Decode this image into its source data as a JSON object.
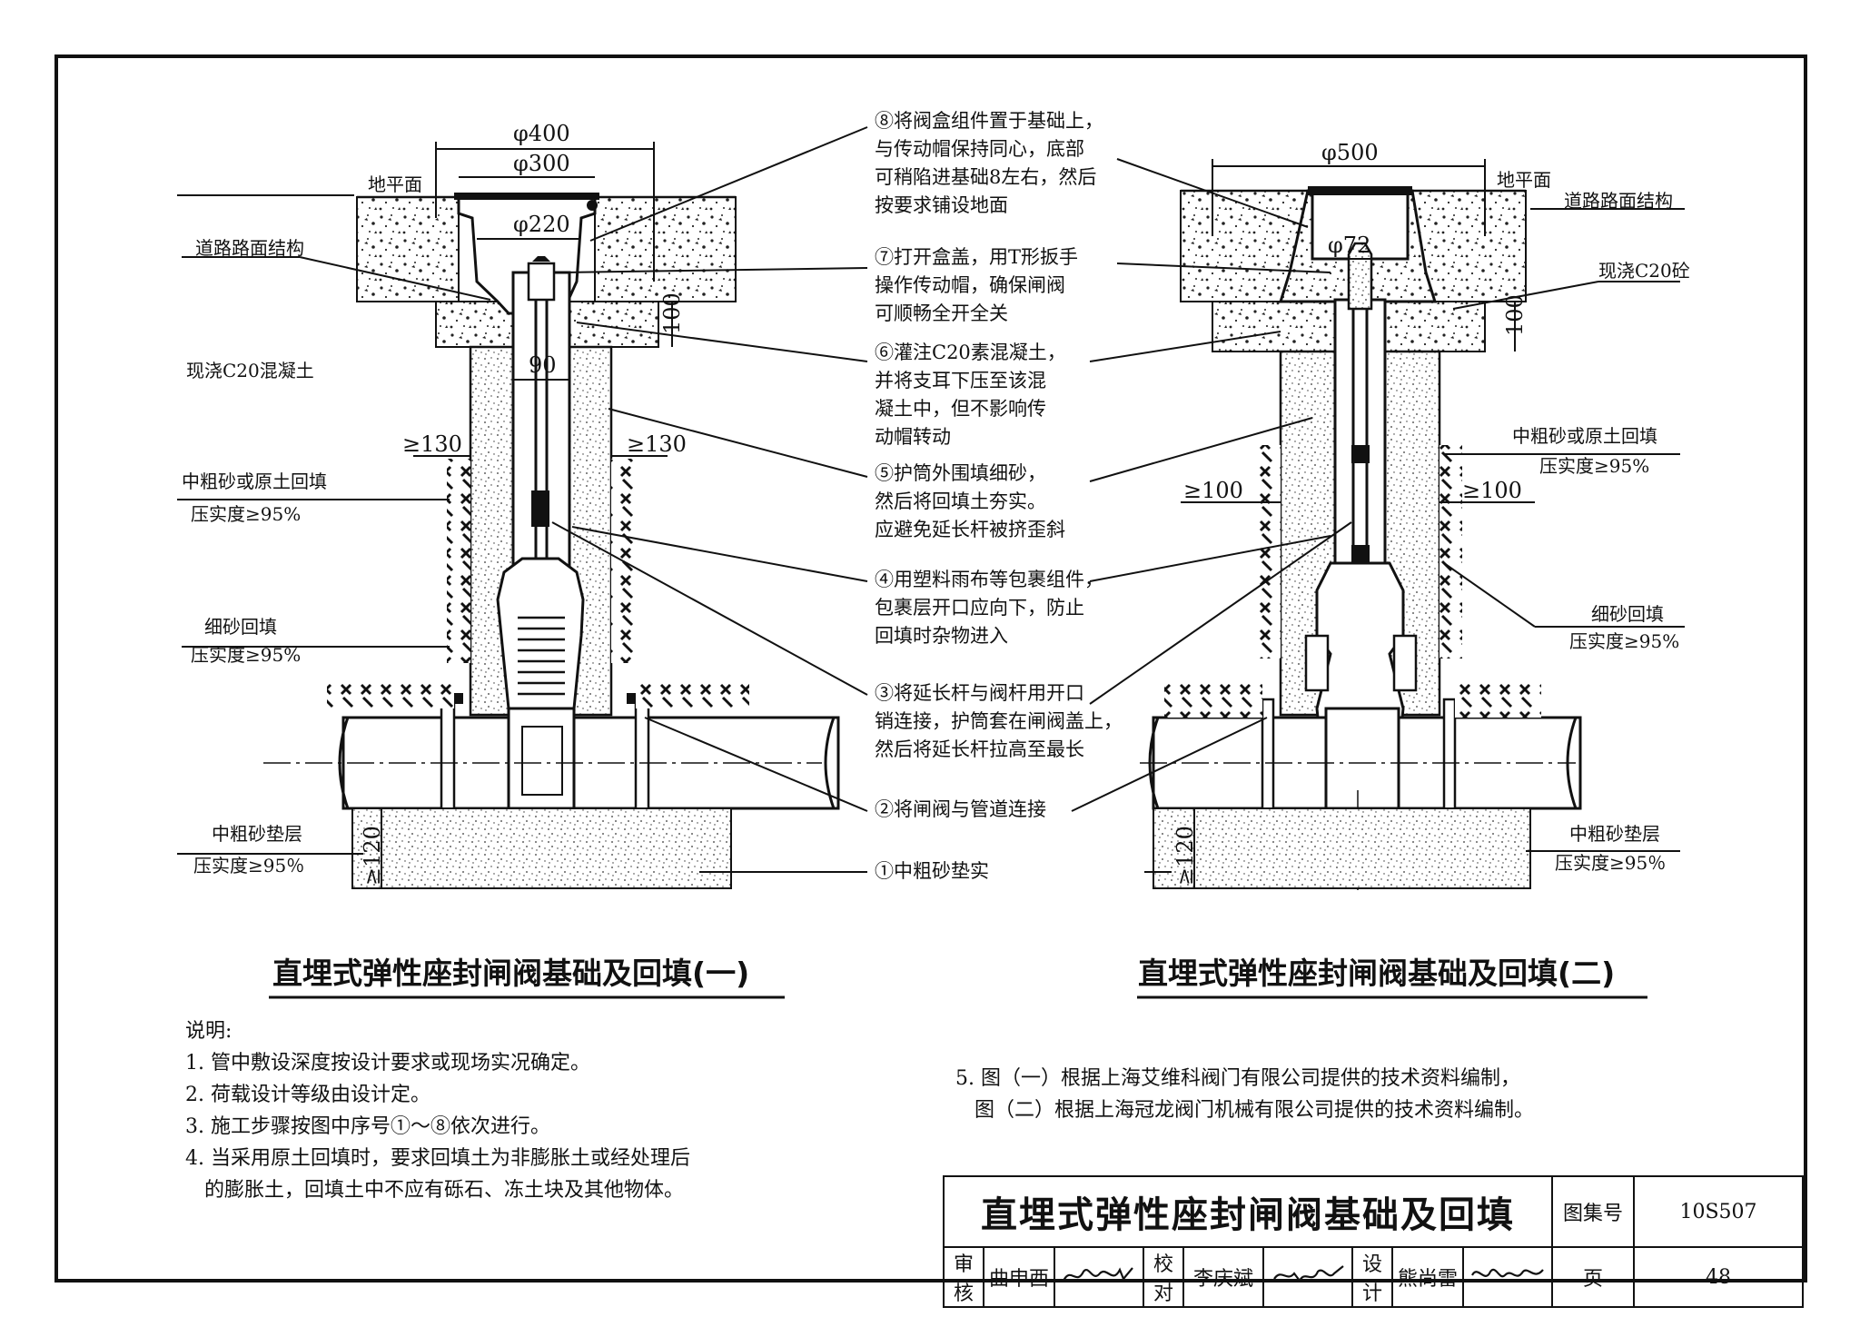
{
  "drawing": {
    "labels": {
      "ground_level": "地平面",
      "road_structure": "道路路面结构",
      "cast_c20_concrete": "现浇C20混凝土",
      "cast_c20": "现浇C20砼",
      "backfill_coarse_sand": "中粗砂或原土回填",
      "compaction_95": "压实度≥95%",
      "fine_sand_backfill": "细砂回填",
      "sand_cushion": "中粗砂垫层",
      "compaction_95_spaced": "压实度≥95％"
    },
    "dimensions": {
      "d400": "φ400",
      "d300": "φ300",
      "d220": "φ220",
      "d90": "90",
      "d100": "100",
      "ge130": "≥130",
      "ge120": "≥120",
      "d500": "φ500",
      "d72": "φ72",
      "ge100": "≥100"
    },
    "steps": [
      [
        "⑧将阀盒组件置于基础上，",
        "与传动帽保持同心，底部",
        "可稍陷进基础8左右，然后",
        "按要求铺设地面"
      ],
      [
        "⑦打开盒盖，用T形扳手",
        "操作传动帽，确保闸阀",
        "可顺畅全开全关"
      ],
      [
        "⑥灌注C20素混凝土，",
        "并将支耳下压至该混",
        "凝土中，但不影响传",
        "动帽转动"
      ],
      [
        "⑤护筒外围填细砂，",
        "然后将回填土夯实。",
        "应避免延长杆被挤歪斜"
      ],
      [
        "④用塑料雨布等包裹组件，",
        "包裹层开口应向下，防止",
        "回填时杂物进入"
      ],
      [
        "③将延长杆与阀杆用开口",
        "销连接，护筒套在闸阀盖上，",
        "然后将延长杆拉高至最长"
      ],
      [
        "②将闸阀与管道连接"
      ],
      [
        "①中粗砂垫实"
      ]
    ],
    "caption_1": "直埋式弹性座封闸阀基础及回填(一)",
    "caption_2": "直埋式弹性座封闸阀基础及回填(二)"
  },
  "notes": {
    "heading": "说明:",
    "items": [
      "1. 管中敷设深度按设计要求或现场实况确定。",
      "2. 荷载设计等级由设计定。",
      "3. 施工步骤按图中序号①～⑧依次进行。",
      "4. 当采用原土回填时，要求回填土为非膨胀土或经处理后",
      "   的膨胀土，回填土中不应有砾石、冻土块及其他物体。"
    ],
    "item5_line1": "5. 图（一）根据上海艾维科阀门有限公司提供的技术资料编制，",
    "item5_line2": "   图（二）根据上海冠龙阀门机械有限公司提供的技术资料编制。"
  },
  "title_block": {
    "title": "直埋式弹性座封闸阀基础及回填",
    "atlas_label": "图集号",
    "atlas_no": "10S507",
    "review_label": "审核",
    "reviewer": "曲申西",
    "check_label": "校对",
    "checker": "李庆斌",
    "design_label": "设计",
    "designer": "熊尚雷",
    "page_label": "页",
    "page_no": "48"
  },
  "colors": {
    "line": "#111111",
    "background": "#ffffff"
  }
}
